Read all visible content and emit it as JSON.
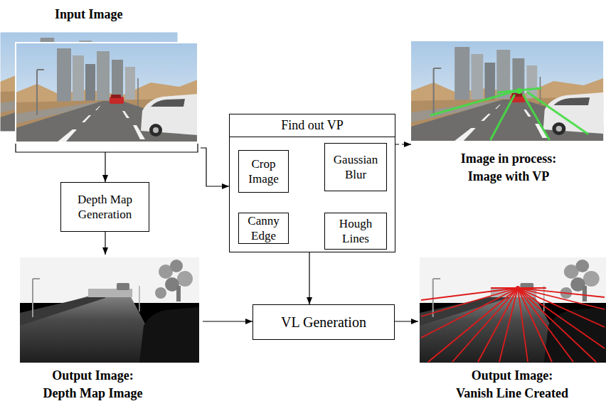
{
  "diagram": {
    "nodes": [
      {
        "text": [
          "Input Image"
        ]
      },
      {
        "text": [
          "Depth Map Generation"
        ]
      },
      {
        "text": [
          "Find out VP"
        ]
      },
      {
        "text": [
          "Crop Image"
        ],
        "in": 2
      },
      {
        "text": [
          "Gaussian Blur"
        ],
        "in": 2
      },
      {
        "text": [
          "Canny Edge"
        ],
        "in": 2
      },
      {
        "text": [
          "Hough Lines"
        ],
        "in": 2
      },
      {
        "text": [
          "Image in process:",
          "Image with VP"
        ]
      },
      {
        "text": [
          "Output Image:",
          "Depth Map Image"
        ]
      },
      {
        "text": [
          "VL Generation"
        ]
      },
      {
        "text": [
          "Output Image:",
          "Vanish Line Created"
        ]
      }
    ],
    "edges": [
      {
        "from": 0,
        "to": 1,
        "arrow": "to"
      },
      {
        "from": 0,
        "to": 2,
        "arrow": "to"
      },
      {
        "from": 1,
        "to": 8,
        "arrow": "to"
      },
      {
        "from": 3,
        "to": 4,
        "arrow": "to"
      },
      {
        "from": 4,
        "to": 5,
        "arrow": "to"
      },
      {
        "from": 5,
        "to": 6,
        "arrow": "to"
      },
      {
        "from": 2,
        "to": 7,
        "arrow": "to"
      },
      {
        "from": 2,
        "to": 9,
        "arrow": "to"
      },
      {
        "from": 8,
        "to": 9,
        "arrow": "to"
      },
      {
        "from": 9,
        "to": 10,
        "arrow": "to"
      }
    ]
  }
}
